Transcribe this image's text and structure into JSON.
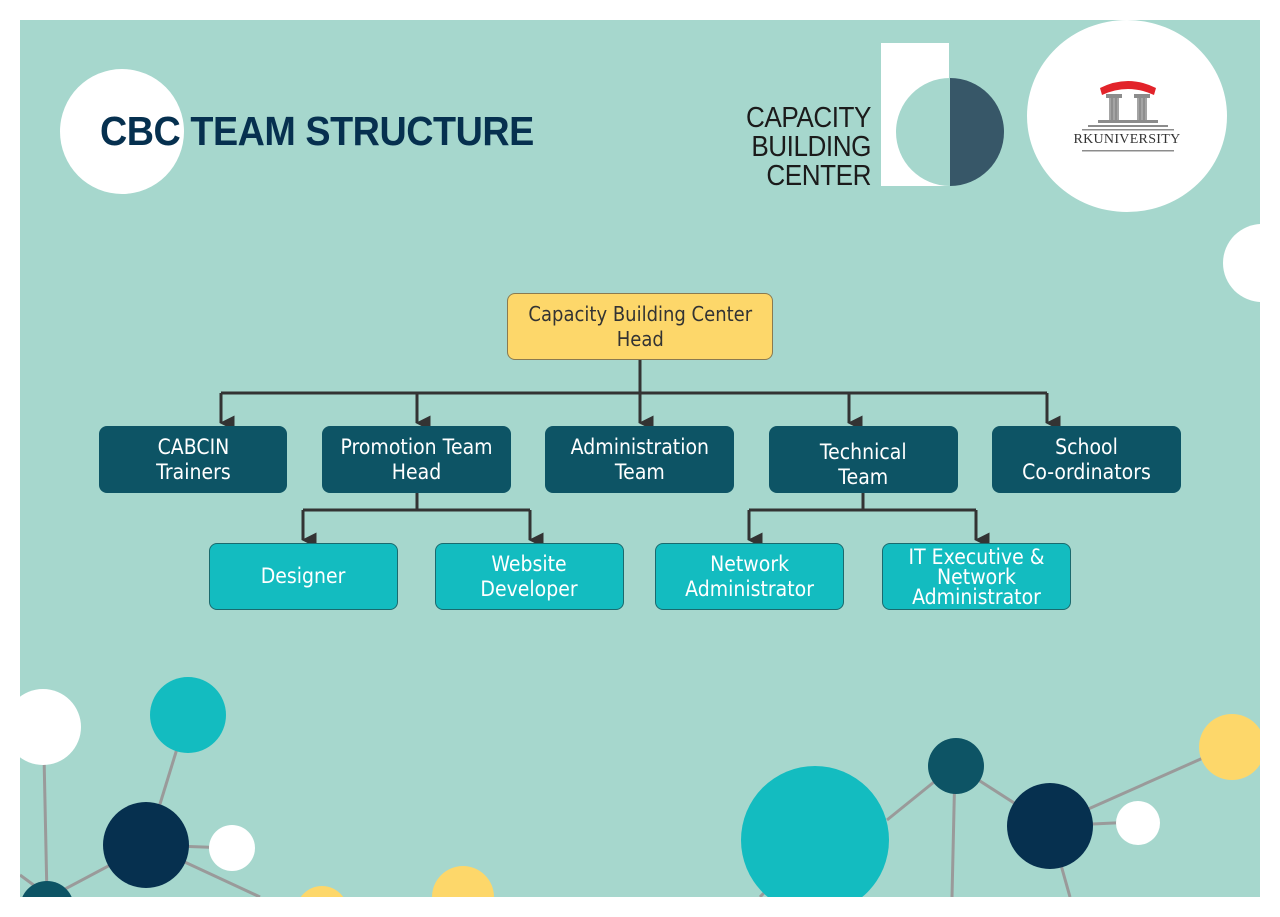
{
  "header": {
    "title": "CBC TEAM STRUCTURE"
  },
  "logos": {
    "cbc": {
      "lines": [
        "CAPACITY",
        "BUILDING",
        "CENTER"
      ],
      "icon": "cbc-half-circle-logo-icon"
    },
    "rku": {
      "name": "RKUNIVERSITY",
      "icon": "pillars-arch-logo-icon",
      "arch_color": "#e2232a"
    }
  },
  "org_chart": {
    "head": {
      "label": "Capacity Building Center\nHead"
    },
    "teams": [
      {
        "label": "CABCIN\nTrainers"
      },
      {
        "label": "Promotion Team\nHead"
      },
      {
        "label": "Administration\nTeam"
      },
      {
        "label": "Technical\nTeam"
      },
      {
        "label": "School\nCo-ordinators"
      }
    ],
    "sub_roles": [
      {
        "label": "Designer",
        "parent": "Promotion Team Head"
      },
      {
        "label": "Website\nDeveloper",
        "parent": "Promotion Team Head"
      },
      {
        "label": "Network\nAdministrator",
        "parent": "Technical Team"
      },
      {
        "label": "IT Executive &\nNetwork\nAdministrator",
        "parent": "Technical Team"
      }
    ]
  },
  "colors": {
    "background": "#a6d7cd",
    "head_box": "#fdd76a",
    "team_box": "#0d5465",
    "role_box": "#13bcc0",
    "title_text": "#06304f",
    "connector": "#333333"
  }
}
